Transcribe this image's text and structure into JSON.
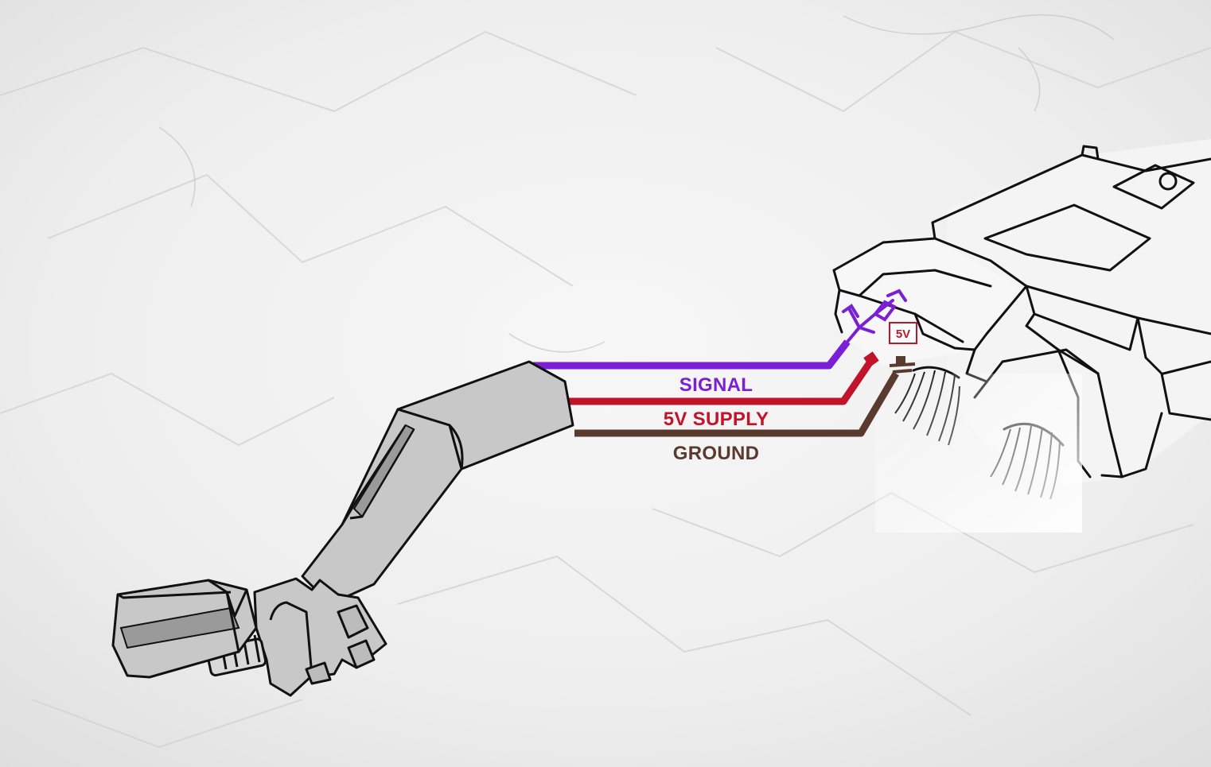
{
  "diagram": {
    "wires": [
      {
        "id": "signal",
        "label": "SIGNAL",
        "color": "#7b1fd6"
      },
      {
        "id": "supply",
        "label": "5V SUPPLY",
        "color": "#c0142a"
      },
      {
        "id": "ground",
        "label": "GROUND",
        "color": "#5a3a2e"
      }
    ],
    "supply_pin_tag": "5V",
    "colors": {
      "paper": "#ececec",
      "sensor_body": "#c8c8c8",
      "sensor_shadow": "#9a9a9a",
      "outline": "#111111"
    },
    "icons": {
      "sensor": "crankshaft-position-sensor-icon",
      "ecu": "engine-control-unit-icon"
    }
  }
}
